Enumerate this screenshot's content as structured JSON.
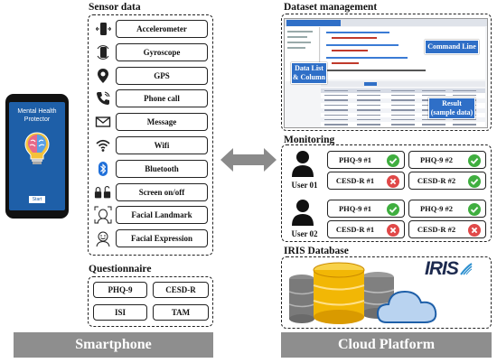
{
  "smartphone": {
    "app_name": "Mental Health Protector",
    "start_button": "Start",
    "banner": "Smartphone"
  },
  "sensor_data": {
    "title": "Sensor data",
    "items": [
      {
        "label": "Accelerometer",
        "icon": "phone-accelerometer-icon"
      },
      {
        "label": "Gyroscope",
        "icon": "phone-gyroscope-icon"
      },
      {
        "label": "GPS",
        "icon": "gps-pin-icon"
      },
      {
        "label": "Phone call",
        "icon": "phone-call-icon"
      },
      {
        "label": "Message",
        "icon": "envelope-icon"
      },
      {
        "label": "Wifi",
        "icon": "wifi-icon"
      },
      {
        "label": "Bluetooth",
        "icon": "bluetooth-icon"
      },
      {
        "label": "Screen on/off",
        "icon": "lock-unlock-icon"
      },
      {
        "label": "Facial Landmark",
        "icon": "face-landmark-icon"
      },
      {
        "label": "Facial Expression",
        "icon": "face-expression-icon"
      }
    ]
  },
  "questionnaire": {
    "title": "Questionnaire",
    "items": [
      "PHQ-9",
      "CESD-R",
      "ISI",
      "TAM"
    ]
  },
  "cloud": {
    "banner": "Cloud Platform",
    "dataset_title": "Dataset management",
    "callouts": {
      "command_line": "Command Line",
      "data_list": "Data List\n& Column",
      "result": "Result\n(sample data)"
    },
    "monitoring_title": "Monitoring",
    "users": [
      {
        "name": "User 01",
        "items": [
          {
            "label": "PHQ-9 #1",
            "status": "check"
          },
          {
            "label": "PHQ-9 #2",
            "status": "check"
          },
          {
            "label": "CESD-R #1",
            "status": "cross"
          },
          {
            "label": "CESD-R #2",
            "status": "check"
          }
        ]
      },
      {
        "name": "User 02",
        "items": [
          {
            "label": "PHQ-9 #1",
            "status": "check"
          },
          {
            "label": "PHQ-9 #2",
            "status": "check"
          },
          {
            "label": "CESD-R #1",
            "status": "cross"
          },
          {
            "label": "CESD-R #2",
            "status": "cross"
          }
        ]
      }
    ],
    "iris_title": "IRIS Database",
    "iris_logo_text": "IRIS"
  },
  "colors": {
    "phone_screen": "#1e5fa8",
    "banner": "#8e8e8e",
    "check": "#3fae3f",
    "cross": "#e04848",
    "callout": "#2f6fc7",
    "db_gold": "#f2b705"
  }
}
